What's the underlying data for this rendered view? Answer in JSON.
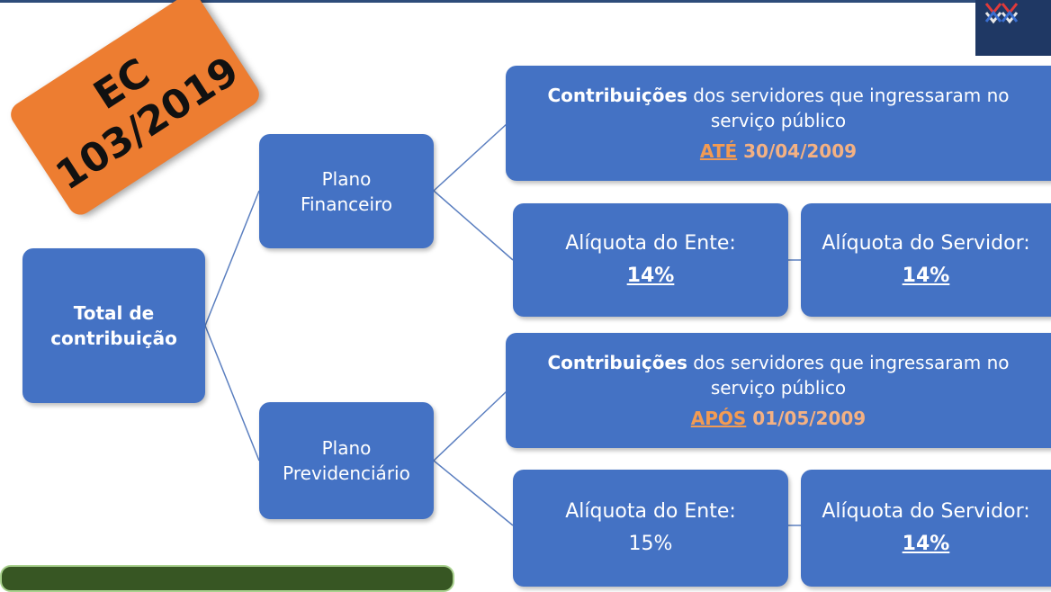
{
  "badge": {
    "line1": "EC",
    "line2": "103/2019"
  },
  "total": {
    "line1": "Total de",
    "line2": "contribuição"
  },
  "plano_financeiro": {
    "line1": "Plano",
    "line2": "Financeiro"
  },
  "plano_previdenciario": {
    "line1": "Plano",
    "line2": "Previdenciário"
  },
  "contrib_ate": {
    "bold": "Contribuições",
    "rest": " dos servidores que ingressaram no",
    "line2": "serviço público",
    "date_word": "ATÉ",
    "date_value": " 30/04/2009"
  },
  "contrib_apos": {
    "bold": "Contribuições",
    "rest": " dos servidores que ingressaram no",
    "line2": "serviço público",
    "date_word": "APÓS",
    "date_value": " 01/05/2009"
  },
  "fin_ente": {
    "label": "Alíquota do Ente:",
    "value": "14%"
  },
  "fin_servidor": {
    "label": "Alíquota do Servidor:",
    "value": "14%"
  },
  "prev_ente": {
    "label": "Alíquota do Ente:",
    "value": "15%"
  },
  "prev_servidor": {
    "label": "Alíquota do Servidor:",
    "value": "14%"
  },
  "colors": {
    "box": "#4472c4",
    "badge": "#ed7d31",
    "connector": "#5b7fc0",
    "date_highlight": "#f4b183",
    "logo_bg": "#1f3864",
    "footer_bar": "#375623"
  }
}
